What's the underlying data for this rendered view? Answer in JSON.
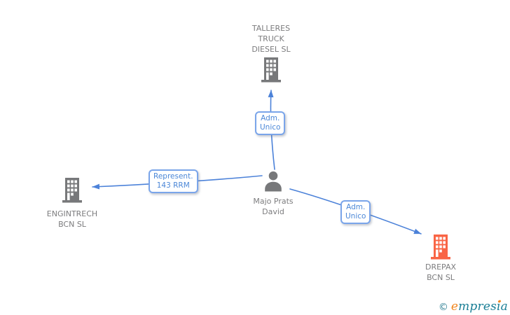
{
  "colors": {
    "edge_blue": "#4c82d9",
    "edge_label_border": "#7aa5ea",
    "edge_label_text": "#4b87d7",
    "node_gray": "#77787a",
    "node_text_gray": "#7c7c7e",
    "building_orange": "#f96545",
    "logo_teal": "#1b7f96",
    "logo_orange": "#f0861f"
  },
  "nodes": {
    "company_top": {
      "lines": [
        "TALLERES",
        "TRUCK",
        "DIESEL SL"
      ]
    },
    "company_left": {
      "lines": [
        "ENGINTRECH",
        "BCN SL"
      ]
    },
    "company_bottom_right": {
      "lines": [
        "DREPAX",
        "BCN SL"
      ]
    },
    "person": {
      "lines": [
        "Majo Prats",
        "David"
      ]
    }
  },
  "edges": {
    "to_top": {
      "label_lines": [
        "Adm.",
        "Unico"
      ]
    },
    "to_left": {
      "label_lines": [
        "Represent.",
        "143 RRM"
      ]
    },
    "to_bottom_right": {
      "label_lines": [
        "Adm.",
        "Unico"
      ]
    }
  },
  "logo": {
    "copyright_symbol": "©",
    "brand": {
      "p1": "e",
      "p2": "mpres",
      "p3": "i",
      "p4": "a"
    }
  }
}
